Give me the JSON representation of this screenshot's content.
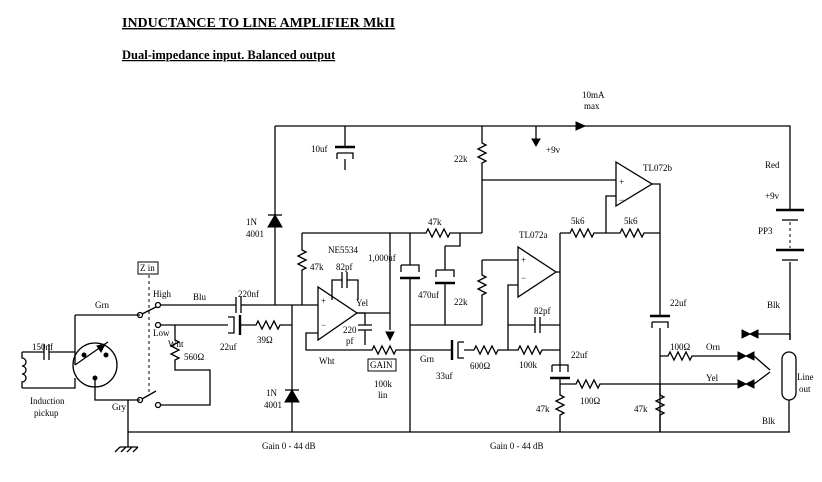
{
  "title": "INDUCTANCE TO LINE AMPLIFIER MkII",
  "subtitle": "Dual-impedance input. Balanced output",
  "labels": {
    "current": "10mA",
    "current_max": "max",
    "cap_10uf": "10uf",
    "supply_node": "+9v",
    "r_22k_top": "22k",
    "ic_b": "TL072b",
    "batt_red": "Red",
    "batt_v": "+9v",
    "batt_name": "PP3",
    "batt_blk_top": "Blk",
    "batt_blk_bottom": "Blk",
    "diode_top_a": "1N",
    "diode_top_b": "4001",
    "diode_bot_a": "1N",
    "diode_bot_b": "4001",
    "ne5534": "NE5534",
    "r_47k_a": "47k",
    "r_47k_b": "47k",
    "r_47k_out1": "47k",
    "r_47k_out2": "47k",
    "c_82pf_a": "82pf",
    "c_82pf_b": "82pf",
    "c_1000uf": "1,000uf",
    "c_470uf": "470uf",
    "r_22k_mid": "22k",
    "ic_a": "TL072a",
    "r_5k6_a": "5k6",
    "r_5k6_b": "5k6",
    "z_in": "Z in",
    "high": "High",
    "low": "Low",
    "wire_grn_left": "Grn",
    "wire_blu": "Blu",
    "wire_wht_left": "Wht",
    "wire_gry": "Gry",
    "wire_yel_ic": "Yel",
    "wire_wht_ic": "Wht",
    "wire_grn_mid": "Grn",
    "wire_orn": "Orn",
    "wire_yel_out": "Yel",
    "c_150nf": "150nf",
    "c_220nf": "220nf",
    "c_22uf_in": "22uf",
    "r_39": "39Ω",
    "r_560": "560Ω",
    "c_220pf_a": "220",
    "c_220pf_b": "pf",
    "gain": "GAIN",
    "pot_a": "100k",
    "pot_b": "lin",
    "c_33uf": "33uf",
    "r_600": "600Ω",
    "r_100k": "100k",
    "c_22uf_mid": "22uf",
    "c_22uf_out": "22uf",
    "r_100_a": "100Ω",
    "r_100_b": "100Ω",
    "pickup_a": "Induction",
    "pickup_b": "pickup",
    "line_a": "Line",
    "line_b": "out",
    "gain_range_1": "Gain 0 - 44 dB",
    "gain_range_2": "Gain 0 - 44 dB",
    "opamp_plus": "+",
    "opamp_minus": "−"
  }
}
